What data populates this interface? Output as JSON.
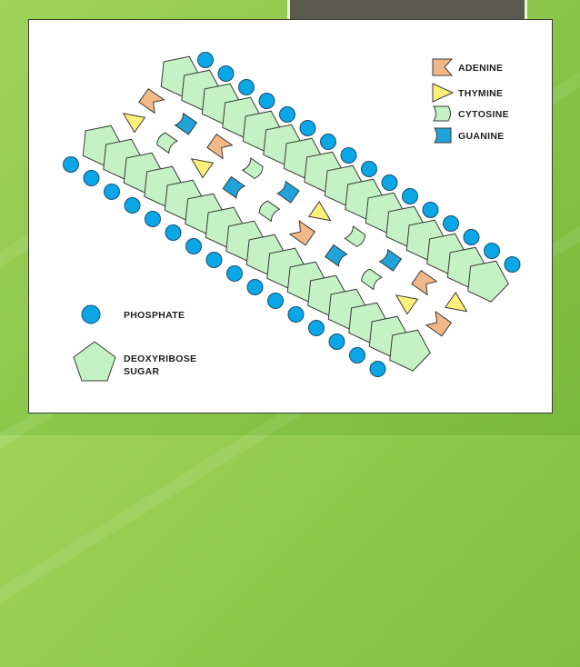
{
  "legend": {
    "adenine": "ADENINE",
    "thymine": "THYMINE",
    "cytosine": "CYTOSINE",
    "guanine": "GUANINE",
    "phosphate": "PHOSPHATE",
    "sugar_line1": "DEOXYRIBOSE",
    "sugar_line2": "SUGAR"
  },
  "colors": {
    "phosphate": "#0aa6e6",
    "sugar": "#c4f2c4",
    "adenine": "#f2b887",
    "thymine": "#fff07a",
    "cytosine": "#c4f2c4",
    "guanine": "#1fa3d8",
    "outline": "#3a3a3a",
    "background_green": "#8cc84b",
    "title_bar": "#5a5a4e"
  },
  "base_pairs": [
    [
      "adenine",
      "thymine"
    ],
    [
      "guanine",
      "cytosine"
    ],
    [
      "adenine",
      "thymine"
    ],
    [
      "cytosine",
      "guanine"
    ],
    [
      "guanine",
      "cytosine"
    ],
    [
      "thymine",
      "adenine"
    ],
    [
      "cytosine",
      "guanine"
    ],
    [
      "guanine",
      "cytosine"
    ],
    [
      "adenine",
      "thymine"
    ],
    [
      "thymine",
      "adenine"
    ]
  ]
}
